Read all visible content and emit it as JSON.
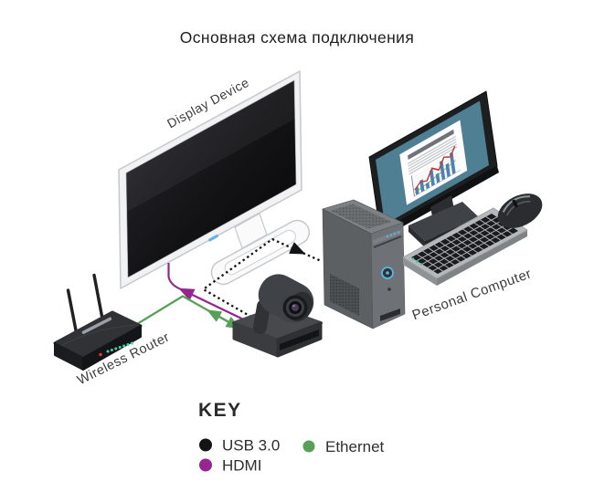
{
  "title": "Основная схема подключения",
  "labels": {
    "display_device": "Display Device",
    "personal_computer": "Personal Computer",
    "wireless_router": "Wireless Router"
  },
  "legend": {
    "heading": "KEY",
    "items": [
      {
        "label": "USB 3.0",
        "color": "#141414"
      },
      {
        "label": "Ethernet",
        "color": "#57a057"
      },
      {
        "label": "HDMI",
        "color": "#93278f"
      }
    ]
  },
  "connections": [
    {
      "type": "USB 3.0",
      "style": "dotted",
      "color": "#141414",
      "from": "camera",
      "to": "personal-computer"
    },
    {
      "type": "HDMI",
      "style": "solid",
      "color": "#93278f",
      "from": "camera",
      "to": "display-device"
    },
    {
      "type": "Ethernet",
      "style": "solid",
      "color": "#57a057",
      "from": "wireless-router",
      "to": "camera",
      "bidirectional": true
    }
  ]
}
